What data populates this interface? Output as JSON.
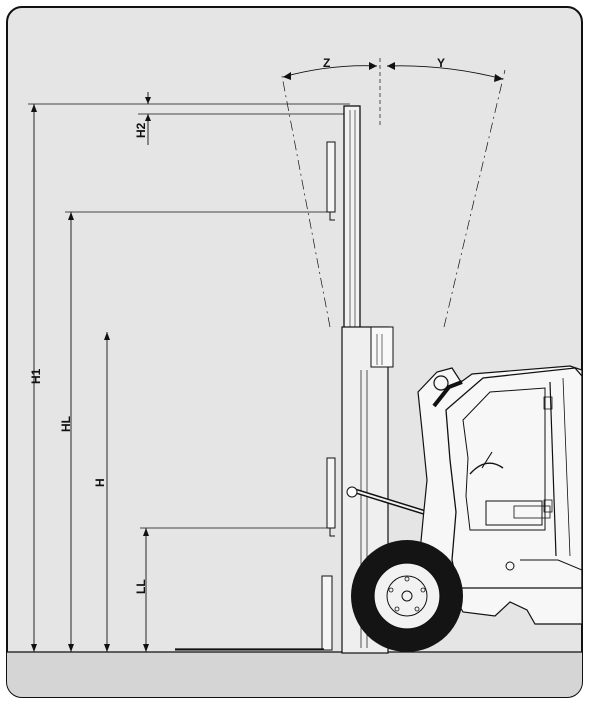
{
  "labels": {
    "z": "Z",
    "y": "Y",
    "h2": "H2",
    "h1": "H1",
    "hl": "HL",
    "h": "H",
    "ll": "LL"
  },
  "colors": {
    "background": "#e5e5e5",
    "line": "#111111",
    "tire": "#141414",
    "rim": "#f2f2f2",
    "ground": "#d7d7d7"
  }
}
